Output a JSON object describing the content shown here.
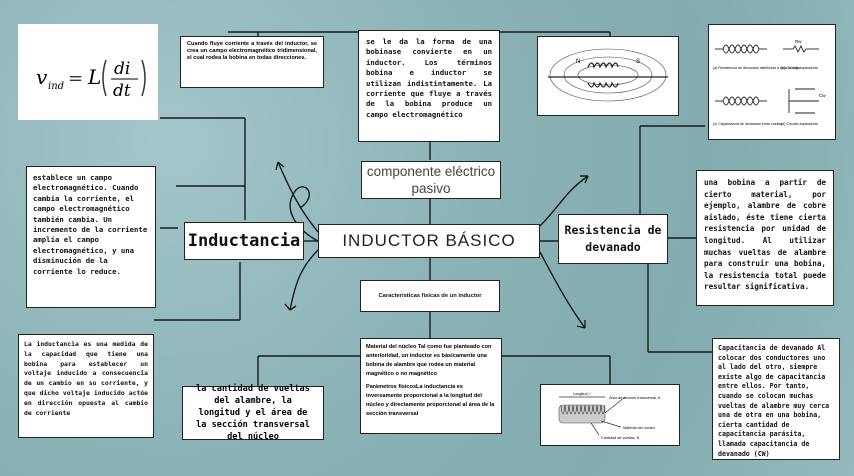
{
  "center": {
    "title": "INDUCTOR BÁSICO",
    "subtitle": "componente eléctrico pasivo"
  },
  "inductancia": {
    "title": "Inductancia",
    "formula": {
      "lhs": "v",
      "lhs_sub": "ind",
      "equals": "=",
      "L": "L",
      "num": "di",
      "den": "dt"
    },
    "campo": "establece un campo electromagnético. Cuando cambia la corriente, el campo electromagnético también cambia. Un incremento de la corriente amplía el campo electromagnético, y una disminución de la corriente lo reduce.",
    "definicion": "La inductancia es una medida de la capacidad que tiene una bobina para establecer un voltaje inducido a consecuencia de un cambio en su corriente, y que dicho voltaje inducido actúe en dirección opuesta al cambio de corriente"
  },
  "top": {
    "flujo": "Cuando fluye corriente a través del inductor, se crea un campo electromagnético tridimensional, el cual rodea la bobina en todas direcciones.",
    "forma": "se le da la forma de una bobinase convierte en un inductor. Los términos bobina e inductor se utilizan indistintamente. La corriente que fluye a través de la bobina produce un campo electromagnético"
  },
  "caracteristicas": {
    "title": "Características físicas de un inductor",
    "material": "Material del núcleo Tal como fue planteado con anterioridad, un inductor es básicamente una bobina de alambre que rodea un material magnético o no magnético",
    "parametros": "Parámetros físicosLa inductancia es inversamente proporcional a la longitud del núcleo y directamente proporcional al área de la sección transversal",
    "cantidad": "la cantidad de vueltas del alambre, la longitud y el área de la sección transversal del núcleo",
    "figure": {
      "label_length": "Longitud, l",
      "label_area": "Área de sección transversal, A",
      "label_core": "Material del núcleo",
      "label_turns": "Cantidad de vueltas, N"
    }
  },
  "resistencia": {
    "title": "Resistencia de devanado",
    "texto": "una bobina a partir de cierto material, por ejemplo, alambre de cobre aislado, éste tiene cierta resistencia por unidad de longitud. Al utilizar muchas vueltas de alambre para construir una bobina, la resistencia total puede resultar significativa.",
    "capacitancia": "Capacitancia de devanado Al colocar dos conductores uno al lado del otro, siempre existe algo de capacitancia entre ellos. Por tanto, cuando se colocan muchas vueltas de alambre muy cerca una de otra en una bobina, cierta cantidad de capacitancia parásita, llamada capacitancia de devanado (CW)",
    "fig_caption_a": "(a) Resistencia de devanado distribuida a todo lo largo",
    "fig_caption_b": "(b) Circuito equivalente",
    "fig_caption_c": "(c) Capacitancia de devanado entre vueltas",
    "fig_caption_d": "(d) Circuito equivalente",
    "fig_rw": "Rw",
    "fig_cw": "Cw"
  },
  "magnet_figure": {
    "n": "N",
    "s": "S"
  },
  "colors": {
    "background": "#8fb6ba",
    "line": "#1a1a1a",
    "card": "#ffffff"
  }
}
